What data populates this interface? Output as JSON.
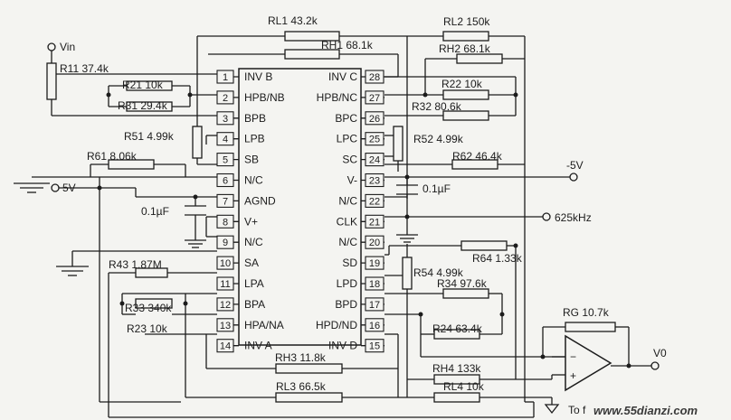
{
  "ic": {
    "left_pins": [
      {
        "num": "1",
        "name": "INV B"
      },
      {
        "num": "2",
        "name": "HPB/NB"
      },
      {
        "num": "3",
        "name": "BPB"
      },
      {
        "num": "4",
        "name": "LPB"
      },
      {
        "num": "5",
        "name": "SB"
      },
      {
        "num": "6",
        "name": "N/C"
      },
      {
        "num": "7",
        "name": "AGND"
      },
      {
        "num": "8",
        "name": "V+"
      },
      {
        "num": "9",
        "name": "N/C"
      },
      {
        "num": "10",
        "name": "SA"
      },
      {
        "num": "11",
        "name": "LPA"
      },
      {
        "num": "12",
        "name": "BPA"
      },
      {
        "num": "13",
        "name": "HPA/NA"
      },
      {
        "num": "14",
        "name": "INV A"
      }
    ],
    "right_pins": [
      {
        "num": "28",
        "name": "INV C"
      },
      {
        "num": "27",
        "name": "HPB/NC"
      },
      {
        "num": "26",
        "name": "BPC"
      },
      {
        "num": "25",
        "name": "LPC"
      },
      {
        "num": "24",
        "name": "SC"
      },
      {
        "num": "23",
        "name": "V-"
      },
      {
        "num": "22",
        "name": "N/C"
      },
      {
        "num": "21",
        "name": "CLK"
      },
      {
        "num": "20",
        "name": "N/C"
      },
      {
        "num": "19",
        "name": "SD"
      },
      {
        "num": "18",
        "name": "LPD"
      },
      {
        "num": "17",
        "name": "BPD"
      },
      {
        "num": "16",
        "name": "HPD/ND"
      },
      {
        "num": "15",
        "name": "INV D"
      }
    ]
  },
  "resistors": {
    "rl1": "RL1  43.2k",
    "rh1": "RH1  68.1k",
    "rl2": "RL2  150k",
    "rh2": "RH2  68.1k",
    "r11": "R11  37.4k",
    "r21": "R21  10k",
    "r31": "R31  29.4k",
    "r22": "R22  10k",
    "r32": "R32 80.6k",
    "r51": "R51  4.99k",
    "r52": "R52  4.99k",
    "r61": "R61  8.06k",
    "r62": "R62  46.4k",
    "r64": "R64  1.33k",
    "r54": "R54  4.99k",
    "r43": "R43  1.87M",
    "r33": "R33  340k",
    "r23": "R23  10k",
    "r34": "R34  97.6k",
    "r24": "R24  63.4k",
    "rg": "RG 10.7k",
    "rh3": "RH3  11.8k",
    "rh4": "RH4  133k",
    "rl3": "RL3  66.5k",
    "rl4": "RL4  10k"
  },
  "labels": {
    "vin": "Vin",
    "neg5v": "-5V",
    "pos5v": "5V",
    "cap_left": "0.1µF",
    "cap_right": "0.1µF",
    "clock": "625kHz",
    "vout": "V0",
    "bottom_note": "To f"
  },
  "opamp": {
    "minus": "−",
    "plus": "+"
  },
  "watermark": "www.55dianzi.com"
}
